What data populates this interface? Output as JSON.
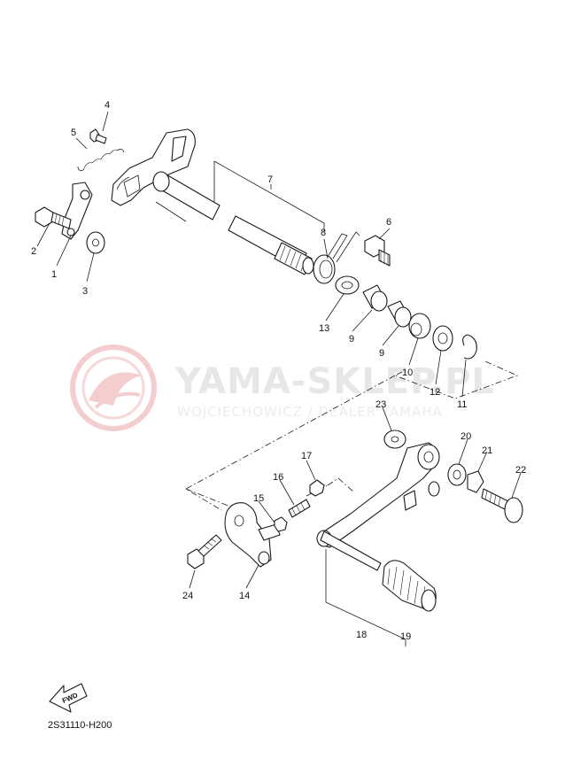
{
  "watermark": {
    "main": "YAMA-SKLEP.PL",
    "sub": "WOJCIECHOWICZ / DEALER YAMAHA"
  },
  "diagram_code": "2S31110-H200",
  "fwd_label": "FWD",
  "callouts": {
    "c1": "1",
    "c2": "2",
    "c3": "3",
    "c4": "4",
    "c5": "5",
    "c6": "6",
    "c7": "7",
    "c8": "8",
    "c9a": "9",
    "c9b": "9",
    "c10": "10",
    "c11": "11",
    "c12": "12",
    "c13": "13",
    "c14": "14",
    "c15": "15",
    "c16": "16",
    "c17": "17",
    "c18": "18",
    "c19": "19",
    "c20": "20",
    "c21": "21",
    "c22": "22",
    "c23": "23",
    "c24": "24"
  },
  "colors": {
    "ink": "#1a1a1a",
    "watermark_red": "#f3c9c9"
  }
}
